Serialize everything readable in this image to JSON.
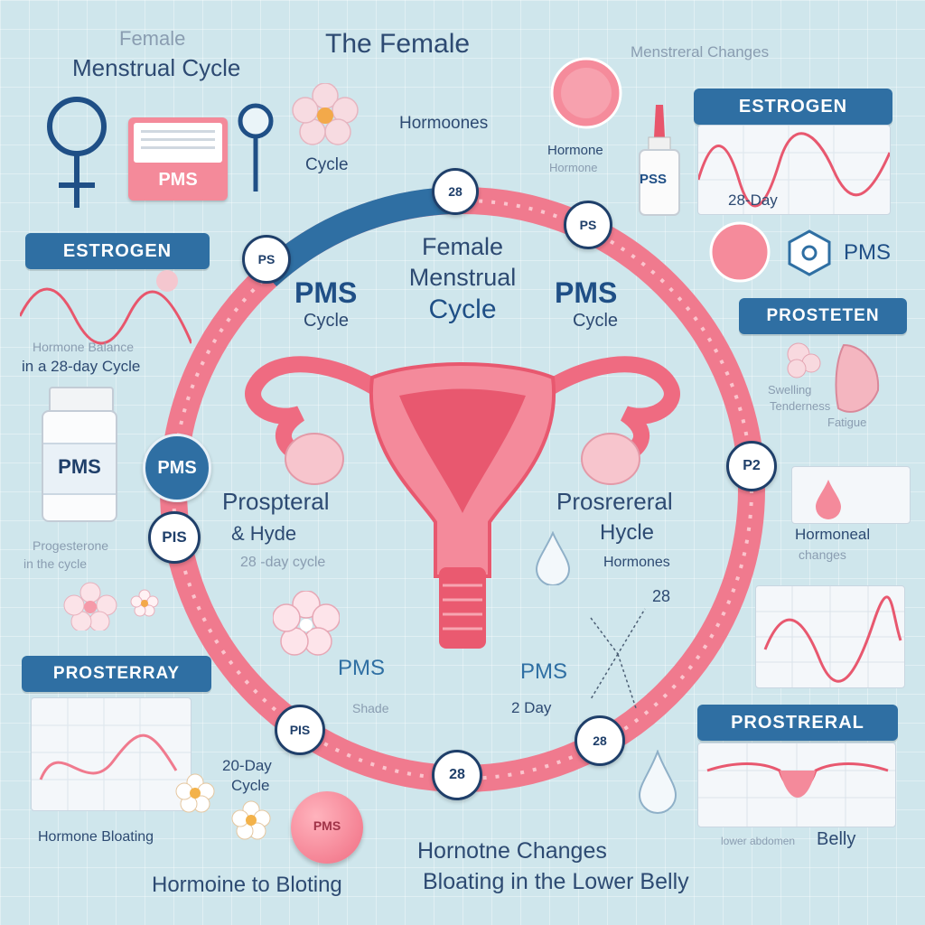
{
  "header": {
    "faint_title": "Female",
    "left_title": "Menstrual Cycle",
    "top_title": "The Female",
    "top_right": "Menstreral Changes",
    "hormones": "Hormoones",
    "cycle": "Cycle",
    "hormone_label_1": "Hormone",
    "hormone_label_2": "Hormone",
    "pms_card": "PMS",
    "bottle_label": "PSS"
  },
  "left": {
    "estrogen_banner": "ESTROGEN",
    "cycle_note_1": "Hormone Balance",
    "cycle_note_2": "in a 28-day Cycle",
    "pms_bottle": "PMS",
    "note_a": "Progesterone",
    "note_b": "in the cycle",
    "prosteray_banner": "PROSTERRAY",
    "day_note_1": "20-Day",
    "day_note_2": "Cycle",
    "hormone_footer": "Hormone Bloating",
    "ball_label": "PMS"
  },
  "ring": {
    "badge_top": "28",
    "badge_top_right": "PS",
    "badge_top_left": "PS",
    "badge_left": "PMS",
    "badge_left_low": "PIS",
    "badge_right": "P2",
    "badge_bottom_left": "PIS",
    "badge_bottom": "28",
    "badge_bottom_right": "28",
    "center_title_1": "Female",
    "center_title_2": "Menstrual",
    "center_title_3": "Cycle",
    "pms_left": "PMS",
    "cycle_left": "Cycle",
    "pms_right": "PMS",
    "cycle_right": "Cycle",
    "left_body_1": "Prospteral",
    "left_body_2": "& Hyde",
    "left_body_3": "28 -day cycle",
    "right_body_1": "Prosrereral",
    "right_body_2": "Hycle",
    "right_body_3": "Hormones",
    "right_day": "28",
    "pms_bottom_left": "PMS",
    "shade": "Shade",
    "pms_bottom_right": "PMS",
    "two_day": "2 Day"
  },
  "right": {
    "estrogen_banner": "ESTROGEN",
    "day_label": "28-Day",
    "pms": "PMS",
    "prosteten_banner": "PROSTETEN",
    "small_1": "Swelling",
    "small_2": "Tenderness",
    "small_3": "Fatigue",
    "hormoneal": "Hormoneal",
    "changes": "changes",
    "prostreral_banner": "PROSTRERAL",
    "belly": "Belly",
    "belly_prefix": "lower abdomen"
  },
  "footer": {
    "line1": "Hornotne Changes",
    "line2": "Bloating in the Lower Belly",
    "left": "Hormoine to Bloting"
  },
  "colors": {
    "pink": "#f07a8e",
    "navy": "#1f3f6a",
    "blue": "#2f6fa3",
    "uterus": "#e8586f"
  }
}
